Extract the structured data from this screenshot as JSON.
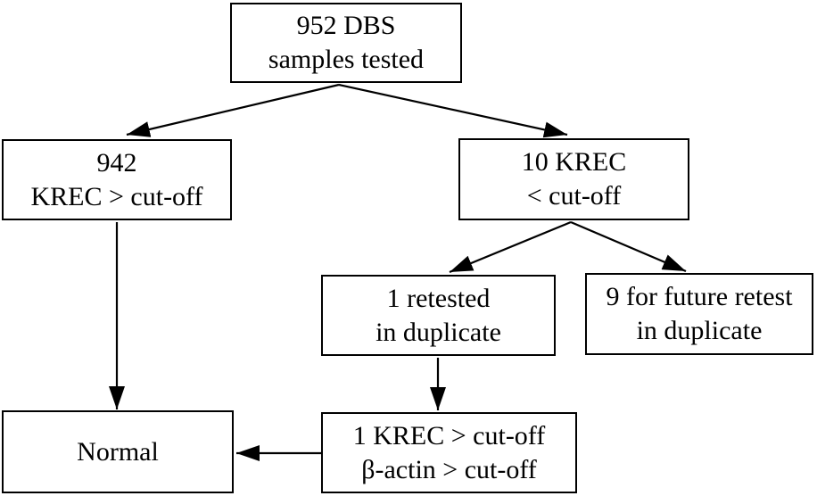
{
  "colors": {
    "background": "#ffffff",
    "line": "#000000",
    "text": "#000000"
  },
  "nodes": [
    {
      "id": "samples-tested",
      "lines": [
        "952 DBS",
        "samples tested"
      ]
    },
    {
      "id": "krec-above-cutoff",
      "lines": [
        "942",
        "KREC > cut-off"
      ]
    },
    {
      "id": "krec-below-cutoff",
      "lines": [
        "10 KREC",
        "< cut-off"
      ]
    },
    {
      "id": "retested-in-duplicate",
      "lines": [
        "1 retested",
        "in duplicate"
      ]
    },
    {
      "id": "future-retest",
      "lines": [
        "9 for future retest",
        "in duplicate"
      ]
    },
    {
      "id": "retest-result",
      "lines": [
        "1 KREC > cut-off",
        "β-actin > cut-off"
      ]
    },
    {
      "id": "normal",
      "lines": [
        "Normal"
      ]
    }
  ],
  "edges": [
    {
      "from": "samples-tested",
      "to": "krec-above-cutoff"
    },
    {
      "from": "samples-tested",
      "to": "krec-below-cutoff"
    },
    {
      "from": "krec-below-cutoff",
      "to": "retested-in-duplicate"
    },
    {
      "from": "krec-below-cutoff",
      "to": "future-retest"
    },
    {
      "from": "krec-above-cutoff",
      "to": "normal"
    },
    {
      "from": "retested-in-duplicate",
      "to": "retest-result"
    },
    {
      "from": "retest-result",
      "to": "normal"
    }
  ]
}
